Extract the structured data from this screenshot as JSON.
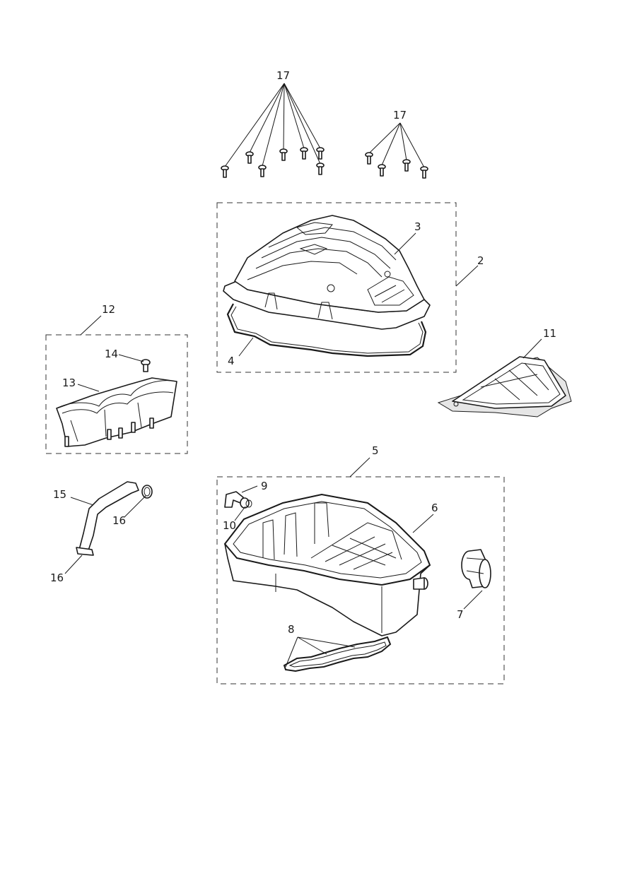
{
  "callouts": {
    "c17a": "17",
    "c17b": "17",
    "c3": "3",
    "c2": "2",
    "c12": "12",
    "c14": "14",
    "c13": "13",
    "c4": "4",
    "c11": "11",
    "c5": "5",
    "c9": "9",
    "c10": "10",
    "c6": "6",
    "c15": "15",
    "c16a": "16",
    "c16b": "16",
    "c7": "7",
    "c8": "8"
  }
}
